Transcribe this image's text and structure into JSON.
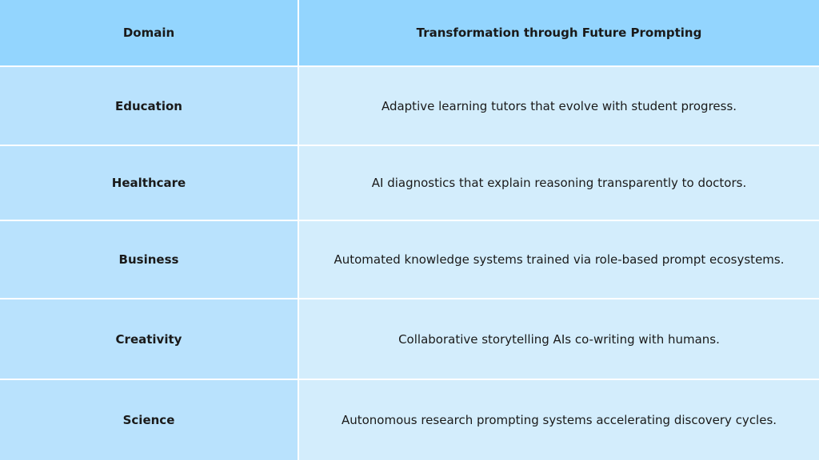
{
  "table": {
    "headers": [
      "Domain",
      "Transformation through Future Prompting"
    ],
    "rows": [
      {
        "domain": "Education",
        "transformation": "Adaptive learning tutors that evolve with student progress."
      },
      {
        "domain": "Healthcare",
        "transformation": "AI diagnostics that explain reasoning transparently to doctors."
      },
      {
        "domain": "Business",
        "transformation": "Automated knowledge systems trained via role-based prompt ecosystems."
      },
      {
        "domain": "Creativity",
        "transformation": "Collaborative storytelling AIs co-writing with humans."
      },
      {
        "domain": "Science",
        "transformation": "Autonomous research prompting systems accelerating discovery cycles."
      }
    ]
  },
  "colors": {
    "header": "#93d5fe",
    "first_column": "#b9e2fd",
    "second_column": "#d3edfc"
  }
}
